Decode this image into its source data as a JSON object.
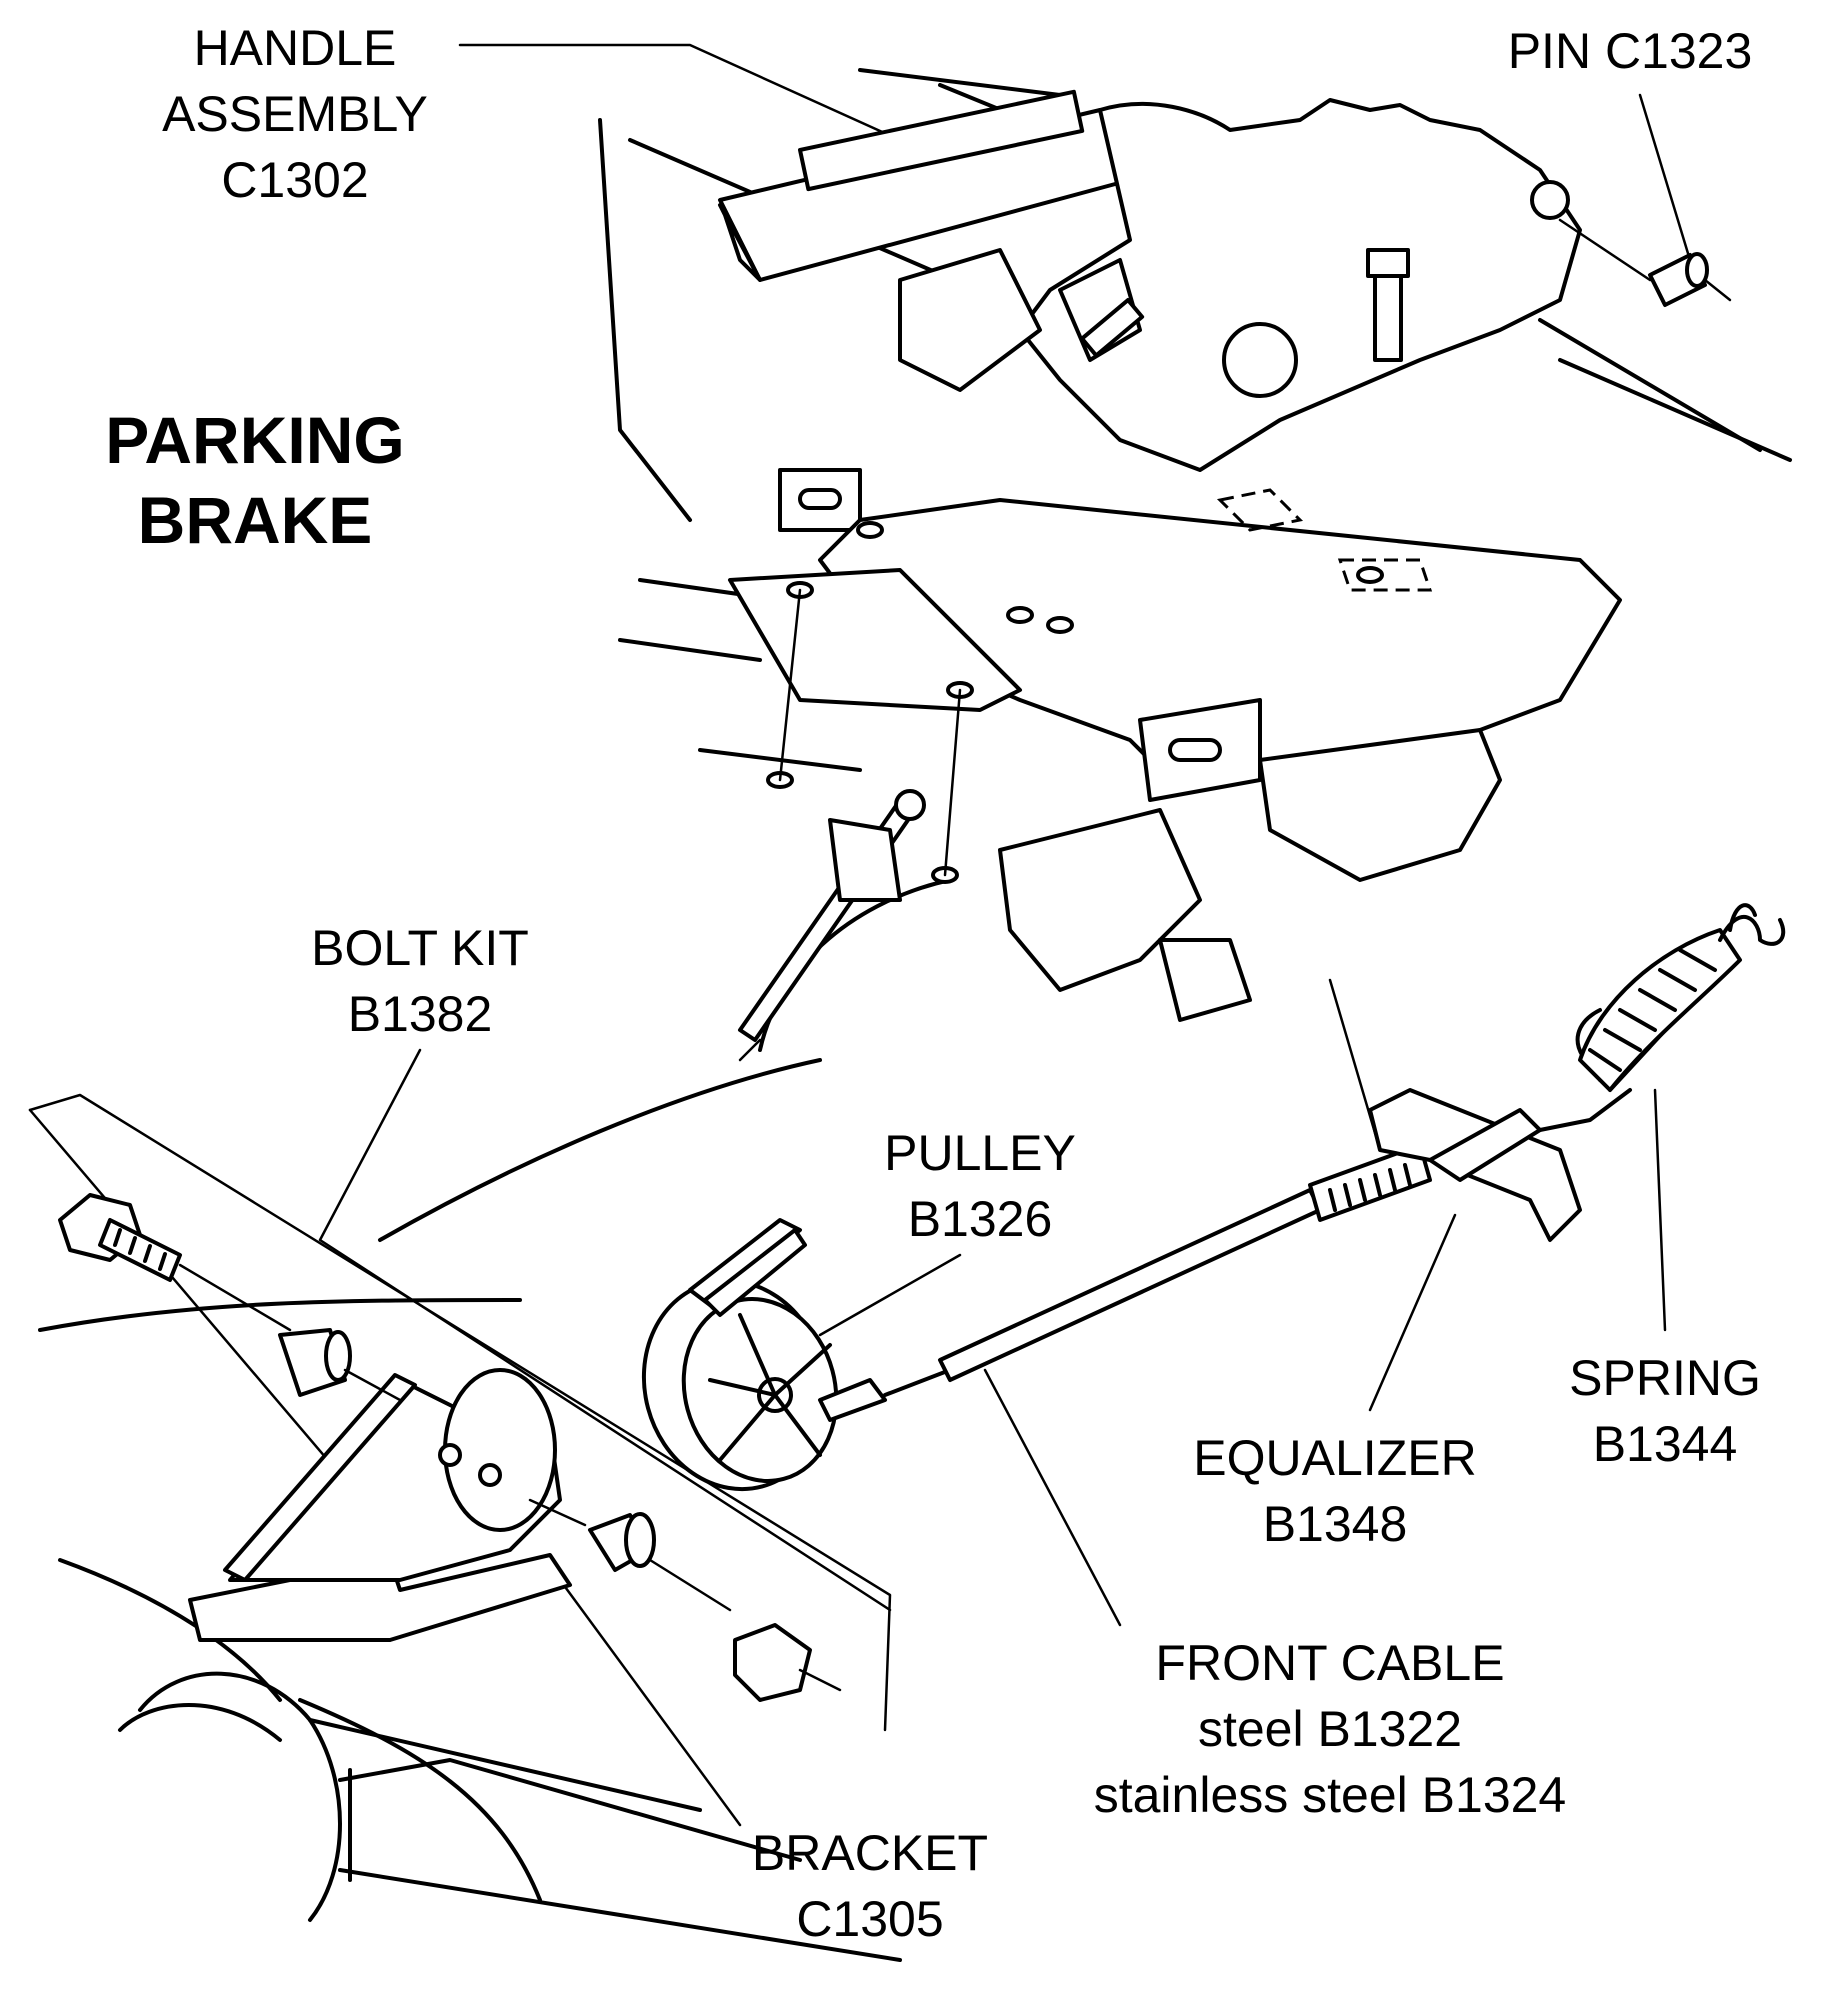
{
  "title": [
    "PARKING",
    "BRAKE"
  ],
  "labels": {
    "handle_assembly": [
      "HANDLE",
      "ASSEMBLY",
      "C1302"
    ],
    "pin": [
      "PIN  C1323"
    ],
    "bolt_kit": [
      "BOLT KIT",
      "B1382"
    ],
    "pulley": [
      "PULLEY",
      "B1326"
    ],
    "spring": [
      "SPRING",
      "B1344"
    ],
    "equalizer": [
      "EQUALIZER",
      "B1348"
    ],
    "front_cable": [
      "FRONT CABLE",
      "steel  B1322",
      "stainless steel B1324"
    ],
    "bracket": [
      "BRACKET",
      "C1305"
    ]
  }
}
